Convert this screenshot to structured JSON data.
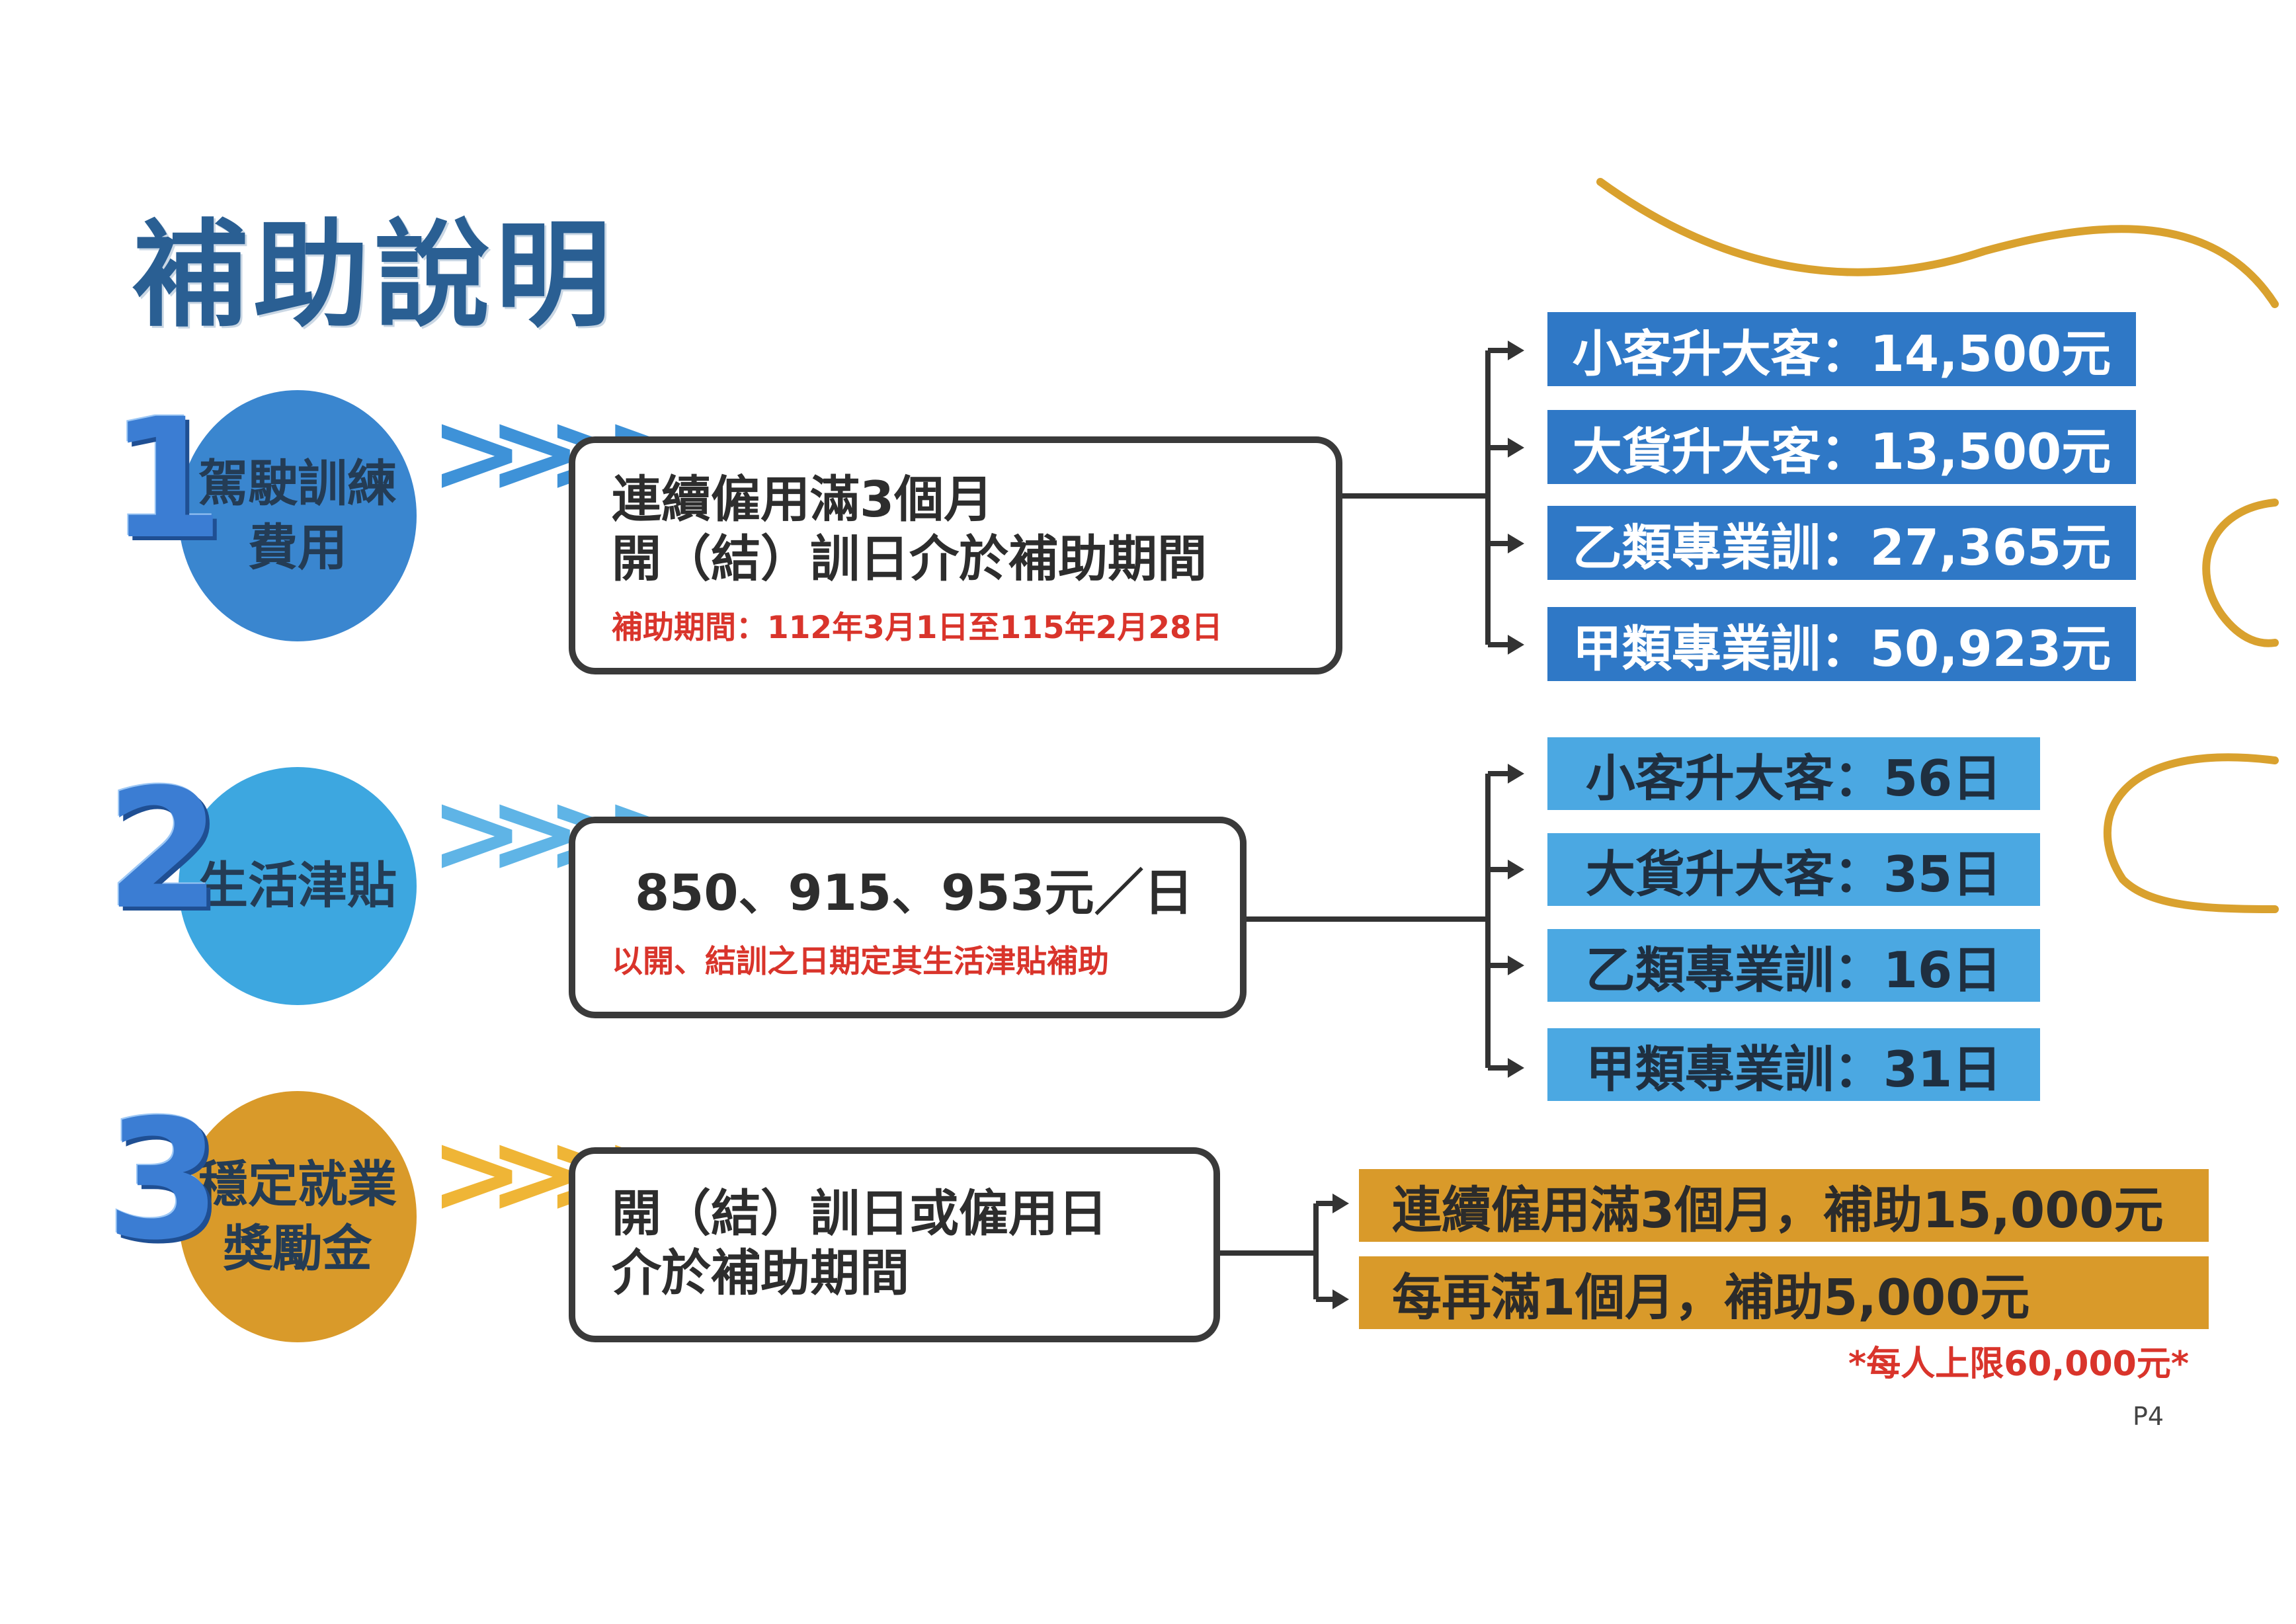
{
  "title": "補助說明",
  "sections": [
    {
      "number": "1",
      "circle_line1": "駕駛訓練",
      "circle_line2": "費用",
      "box_line1": "連續僱用滿3個月",
      "box_line2": "開（結）訓日介於補助期間",
      "box_note": "補助期間：112年3月1日至115年2月28日",
      "items": [
        "小客升大客：14,500元",
        "大貨升大客：13,500元",
        "乙類專業訓：27,365元",
        "甲類專業訓：50,923元"
      ]
    },
    {
      "number": "2",
      "circle_line1": "生活津貼",
      "box_line1": "850、915、953元／日",
      "box_note": "以開、結訓之日期定其生活津貼補助",
      "items": [
        "小客升大客：56日",
        "大貨升大客：35日",
        "乙類專業訓：16日",
        "甲類專業訓：31日"
      ]
    },
    {
      "number": "3",
      "circle_line1": "穩定就業",
      "circle_line2": "獎勵金",
      "box_line1": "開（結）訓日或僱用日",
      "box_line2": "介於補助期間",
      "items": [
        "連續僱用滿3個月，補助15,000元",
        "每再滿1個月，補助5,000元"
      ],
      "note": "*每人上限60,000元*"
    }
  ],
  "page_number": "P4",
  "colors": {
    "title": "#2a5f93",
    "section1": "#3a86cf",
    "section2": "#3da7e0",
    "section3": "#d99a2a",
    "note_red": "#d9342b",
    "decor_curve": "#d9a12e"
  }
}
